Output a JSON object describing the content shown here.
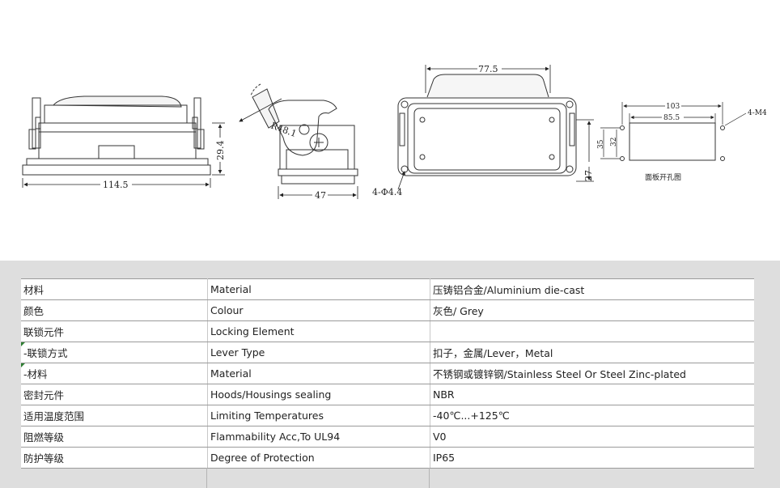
{
  "drawing": {
    "front_view": {
      "width_dim": "114.5",
      "height_dim": "29.4"
    },
    "side_view": {
      "radius_dim": "R48.1",
      "depth_dim": "47"
    },
    "top_view": {
      "top_dim": "77.5",
      "height_dim_a": "27",
      "hole_note": "4-Φ4.4"
    },
    "panel_cutout": {
      "outer_dim": "103",
      "inner_dim": "85.5",
      "height_outer": "35",
      "height_inner": "32",
      "thread_note": "4-M4",
      "caption": "面板开孔图"
    }
  },
  "specs": {
    "rows": [
      {
        "cn": "材料",
        "en": "Material",
        "value": "压铸铝合金/Aluminium die-cast",
        "flag": false
      },
      {
        "cn": "颜色",
        "en": "Colour",
        "value": "灰色/ Grey",
        "flag": false
      },
      {
        "cn": "联锁元件",
        "en": "Locking Element",
        "value": "",
        "flag": false
      },
      {
        "cn": " -联锁方式",
        "en": "Lever Type",
        "value": "扣子，金属/Lever，Metal",
        "flag": true
      },
      {
        "cn": " -材料",
        "en": "Material",
        "value": "不锈钢或镀锌钢/Stainless Steel Or Steel Zinc-plated",
        "flag": true
      },
      {
        "cn": "密封元件",
        "en": "Hoods/Housings sealing",
        "value": "NBR",
        "flag": false
      },
      {
        "cn": "适用温度范围",
        "en": "Limiting Temperatures",
        "value": "-40℃...+125℃",
        "flag": false
      },
      {
        "cn": "阻燃等级",
        "en": "Flammability Acc,To UL94",
        "value": "V0",
        "flag": false
      },
      {
        "cn": "防护等级",
        "en": "Degree of Protection",
        "value": "IP65",
        "flag": false
      }
    ]
  }
}
